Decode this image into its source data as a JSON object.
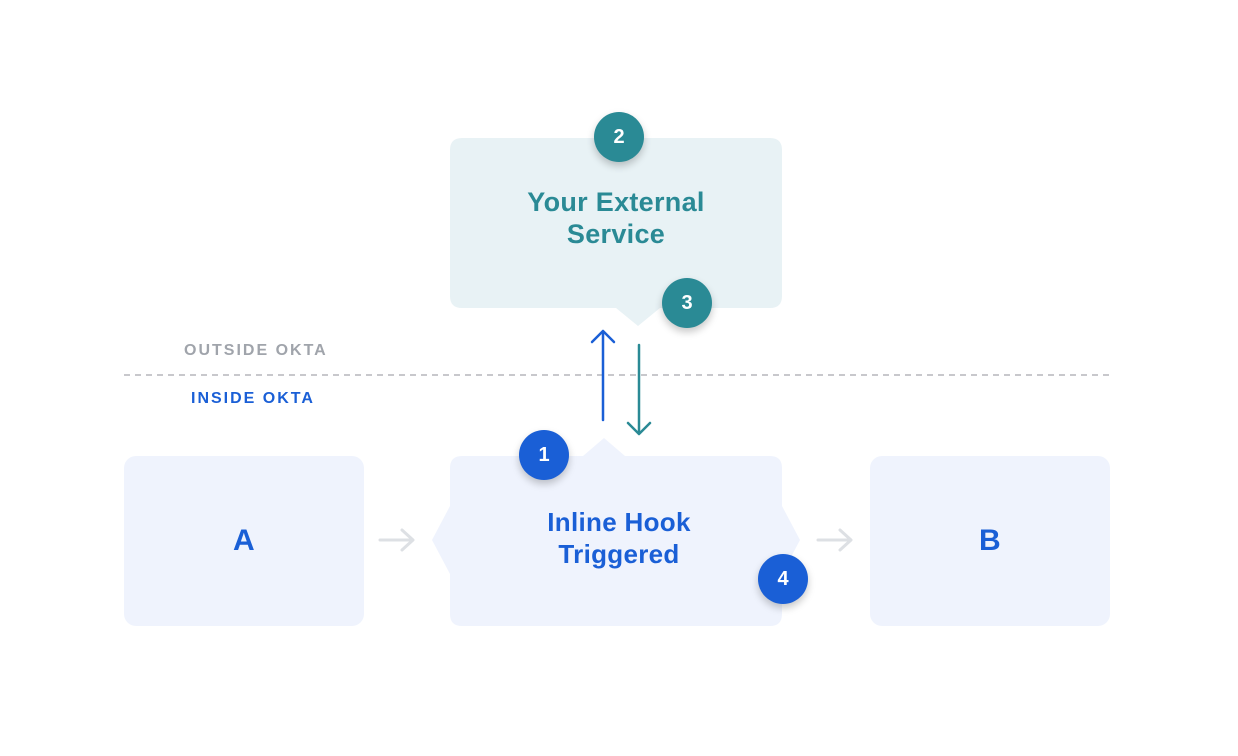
{
  "zones": {
    "outside_label": "OUTSIDE OKTA",
    "inside_label": "INSIDE OKTA"
  },
  "nodes": {
    "external_service": {
      "line1": "Your External",
      "line2": "Service"
    },
    "inline_hook": {
      "line1": "Inline Hook",
      "line2": "Triggered"
    },
    "a": "A",
    "b": "B"
  },
  "steps": [
    "1",
    "2",
    "3",
    "4"
  ],
  "colors": {
    "teal": "#2a8a95",
    "blue": "#1a5fd6",
    "external_box_fill": "#e8f2f5",
    "okta_box_fill": "#eff3fd",
    "divider": "#c8c8cc",
    "zone_outside_text": "#a0a4ab",
    "flow_arrow": "#dde0e4"
  }
}
